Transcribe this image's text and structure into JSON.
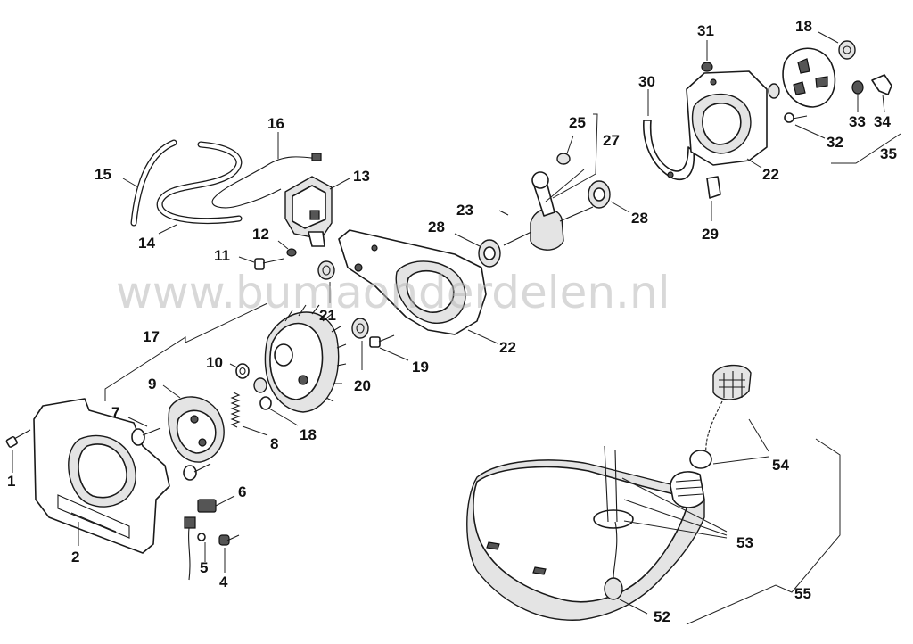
{
  "watermark": "www.bumaonderdelen.nl",
  "callouts": {
    "c1": "1",
    "c2": "2",
    "c4": "4",
    "c5": "5",
    "c6": "6",
    "c7": "7",
    "c8": "8",
    "c9": "9",
    "c10": "10",
    "c11": "11",
    "c12": "12",
    "c13": "13",
    "c14": "14",
    "c15": "15",
    "c16": "16",
    "c17": "17",
    "c18a": "18",
    "c18b": "18",
    "c19": "19",
    "c20": "20",
    "c21": "21",
    "c22a": "22",
    "c22b": "22",
    "c23": "23",
    "c25": "25",
    "c27": "27",
    "c28a": "28",
    "c28b": "28",
    "c29": "29",
    "c30": "30",
    "c31": "31",
    "c32": "32",
    "c33": "33",
    "c34": "34",
    "c35": "35",
    "c52": "52",
    "c53": "53",
    "c54": "54",
    "c55": "55"
  }
}
